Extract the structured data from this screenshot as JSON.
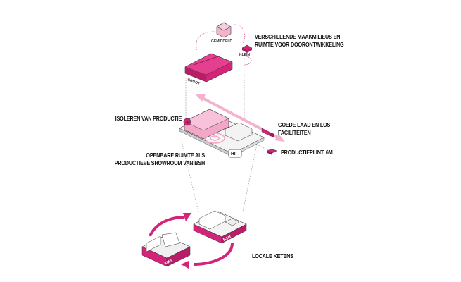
{
  "labels": {
    "maakmilieus": [
      "VERSCHILLENDE MAAKMILIEUS EN",
      "RUIMTE VOOR DOORONTWIKKELING"
    ],
    "isoleren": "ISOLEREN VAN PRODUCTIE",
    "laad_los": [
      "GOEDE LAAD EN LOS",
      "FACILITEITEN"
    ],
    "productieplint": "PRODUCTIEPLINT, 6M",
    "openbare": [
      "OPENBARE RUIMTE ALS",
      "PRODUCTIEVE SHOWROOM VAN BSH"
    ],
    "locale": "LOCALE KETENS"
  },
  "blocks": {
    "groot": "GROOT",
    "gemiddeld": "GEMIDDELD",
    "klein": "KLEIN",
    "bsh": "BSH",
    "ams": "AMS"
  },
  "speech": "HI!",
  "colors": {
    "magenta": "#d6237a",
    "pink": "#ef9fc4",
    "dark_magenta": "#9c1a58",
    "light_gray": "#e6e6e6"
  }
}
